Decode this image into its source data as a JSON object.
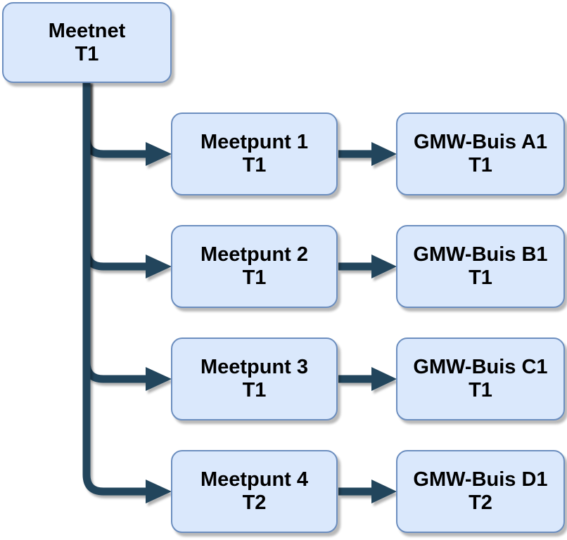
{
  "diagram": {
    "type": "tree",
    "background_color": "#ffffff",
    "style": {
      "node_fill": "#dae8fc",
      "node_border": "#6c8ebf",
      "connector_color": "#23445c",
      "text_color": "#000000",
      "shadow_color": "#b3b3b3"
    },
    "nodes": {
      "meetnet": {
        "title": "Meetnet",
        "subtitle": "T1"
      },
      "meetpunt1": {
        "title": "Meetpunt 1",
        "subtitle": "T1"
      },
      "meetpunt2": {
        "title": "Meetpunt 2",
        "subtitle": "T1"
      },
      "meetpunt3": {
        "title": "Meetpunt 3",
        "subtitle": "T1"
      },
      "meetpunt4": {
        "title": "Meetpunt 4",
        "subtitle": "T2"
      },
      "gmw_buis_a1": {
        "title": "GMW-Buis A1",
        "subtitle": "T1"
      },
      "gmw_buis_b1": {
        "title": "GMW-Buis B1",
        "subtitle": "T1"
      },
      "gmw_buis_c1": {
        "title": "GMW-Buis C1",
        "subtitle": "T1"
      },
      "gmw_buis_d1": {
        "title": "GMW-Buis D1",
        "subtitle": "T2"
      }
    },
    "edges": [
      {
        "from": "Meetnet T1",
        "to": "Meetpunt 1 T1"
      },
      {
        "from": "Meetnet T1",
        "to": "Meetpunt 2 T1"
      },
      {
        "from": "Meetnet T1",
        "to": "Meetpunt 3 T1"
      },
      {
        "from": "Meetnet T1",
        "to": "Meetpunt 4 T2"
      },
      {
        "from": "Meetpunt 1 T1",
        "to": "GMW-Buis A1 T1"
      },
      {
        "from": "Meetpunt 2 T1",
        "to": "GMW-Buis B1 T1"
      },
      {
        "from": "Meetpunt 3 T1",
        "to": "GMW-Buis C1 T1"
      },
      {
        "from": "Meetpunt 4 T2",
        "to": "GMW-Buis D1 T2"
      }
    ]
  }
}
